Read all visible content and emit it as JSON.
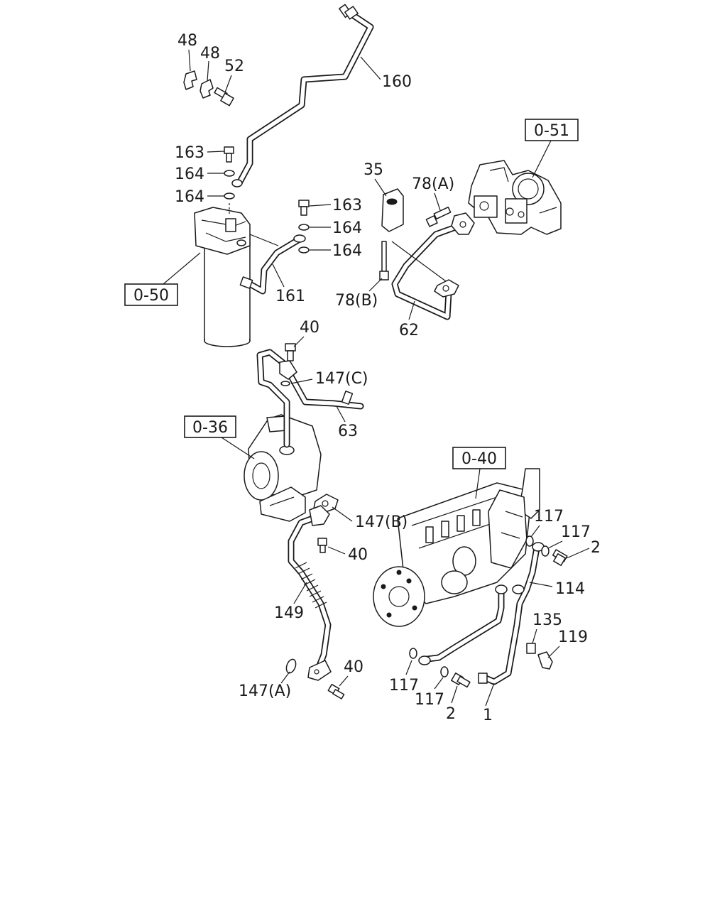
{
  "reference_boxes": {
    "r051": "0-51",
    "r050": "0-50",
    "r036": "0-36",
    "r040": "0-40"
  },
  "callouts": {
    "c48a": "48",
    "c48b": "48",
    "c52": "52",
    "c160": "160",
    "c163a": "163",
    "c164a": "164",
    "c164b": "164",
    "c163b": "163",
    "c164c": "164",
    "c164d": "164",
    "c161": "161",
    "c35": "35",
    "c78a": "78(A)",
    "c78b": "78(B)",
    "c62": "62",
    "c40a": "40",
    "c147c": "147(C)",
    "c63": "63",
    "c147b": "147(B)",
    "c40b": "40",
    "c149": "149",
    "c40c": "40",
    "c147a": "147(A)",
    "c117a": "117",
    "c117b": "117",
    "c2a": "2",
    "c114": "114",
    "c135": "135",
    "c119": "119",
    "c117c": "117",
    "c117d": "117",
    "c2b": "2",
    "c1": "1"
  }
}
